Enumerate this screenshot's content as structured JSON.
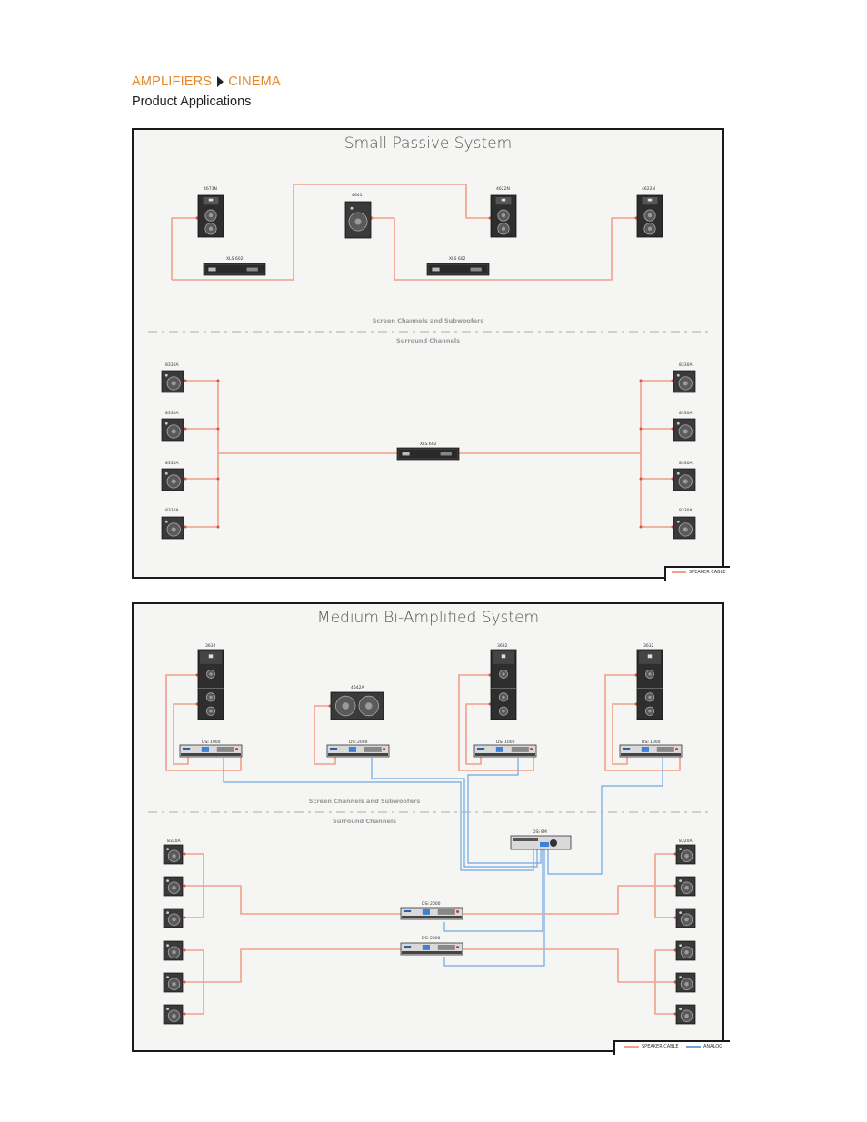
{
  "breadcrumb": {
    "section": "AMPLIFIERS",
    "page": "CINEMA"
  },
  "subtitle": "Product Applications",
  "colors": {
    "speaker_cable": "#f2a08a",
    "analog": "#6fa6e0",
    "accent": "#e3862a"
  },
  "small": {
    "title": "Small Passive System",
    "zone_upper": "Screen Channels and Subwoofers",
    "zone_lower": "Surround Channels",
    "screen_labels": [
      "4673N",
      "4641",
      "4622N",
      "4622N"
    ],
    "amp_labels": [
      "XLS 602",
      "XLS 602",
      "XLS 602"
    ],
    "surround_left": [
      "8330A",
      "8330A",
      "8330A",
      "8330A"
    ],
    "surround_right": [
      "8330A",
      "8330A",
      "8330A",
      "8330A"
    ],
    "legend": {
      "speaker_cable": "SPEAKER CABLE"
    }
  },
  "medium": {
    "title": "Medium Bi-Amplified System",
    "zone_upper": "Screen Channels and Subwoofers",
    "zone_lower": "Surround Channels",
    "screen_labels": [
      "3632",
      "4642A",
      "3632",
      "3632"
    ],
    "amp_labels": [
      "DSi 1000",
      "DSi 2000",
      "DSi 1000",
      "DSi 1000"
    ],
    "processor_label": "DSi 8M",
    "surround_amp_labels": [
      "DSi 2000",
      "DSi 2000"
    ],
    "surround_left": [
      "8320A"
    ],
    "surround_right": [
      "8320A"
    ],
    "legend": {
      "speaker_cable": "SPEAKER CABLE",
      "analog": "ANALOG"
    }
  }
}
